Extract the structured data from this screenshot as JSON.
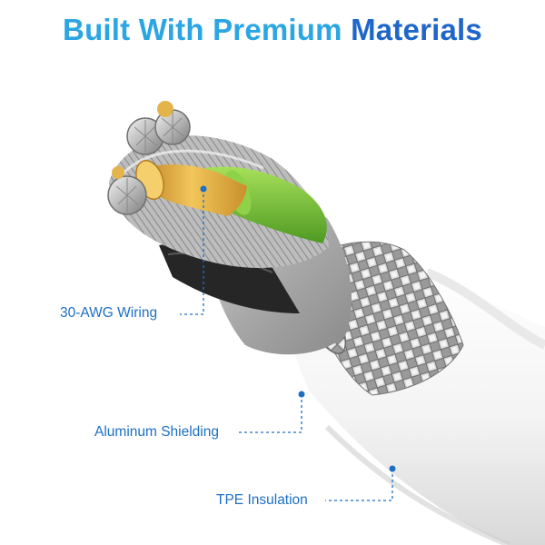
{
  "title": {
    "part1": "Built With Premium",
    "part2": "Materials"
  },
  "colors": {
    "title_light": "#2ba6e2",
    "title_dark": "#1e66c9",
    "label": "#1d6fc4",
    "leader": "#1d6fc4",
    "copper": "#d9a43a",
    "green_insulation": "#78c43a",
    "tpe_jacket": "#f2f2f2"
  },
  "labels": {
    "wiring": "30-AWG Wiring",
    "shielding": "Aluminum Shielding",
    "insulation": "TPE Insulation"
  }
}
